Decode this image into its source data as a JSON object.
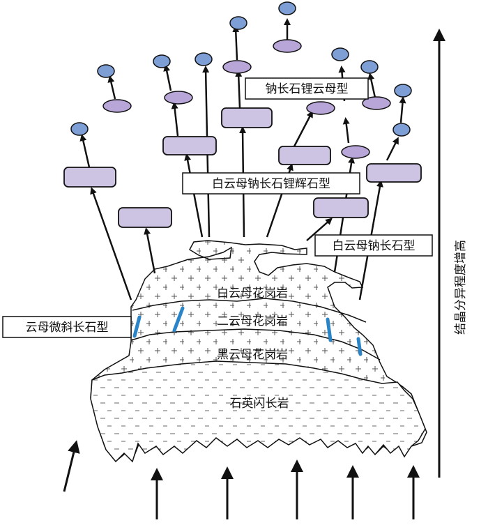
{
  "labels": {
    "albite_lepidolite": "钠长石锂云母型",
    "muscovite_albite_spodumene": "白云母钠长石锂辉石型",
    "muscovite_albite": "白云母钠长石型",
    "mica_microcline": "云母微斜长石型",
    "muscovite_granite": "白云母花岗岩",
    "two_mica_granite": "二云母花岗岩",
    "biotite_granite": "黑云母花岗岩",
    "quartz_diorite": "石英闪长岩",
    "axis": "结晶分异程度增高"
  },
  "colors": {
    "stroke": "#111111",
    "rect_fill": "#cdc3e3",
    "ellipse_purple": "#b9a6d8",
    "ellipse_blue": "#7e9ed6",
    "vein": "#2a84c8"
  }
}
